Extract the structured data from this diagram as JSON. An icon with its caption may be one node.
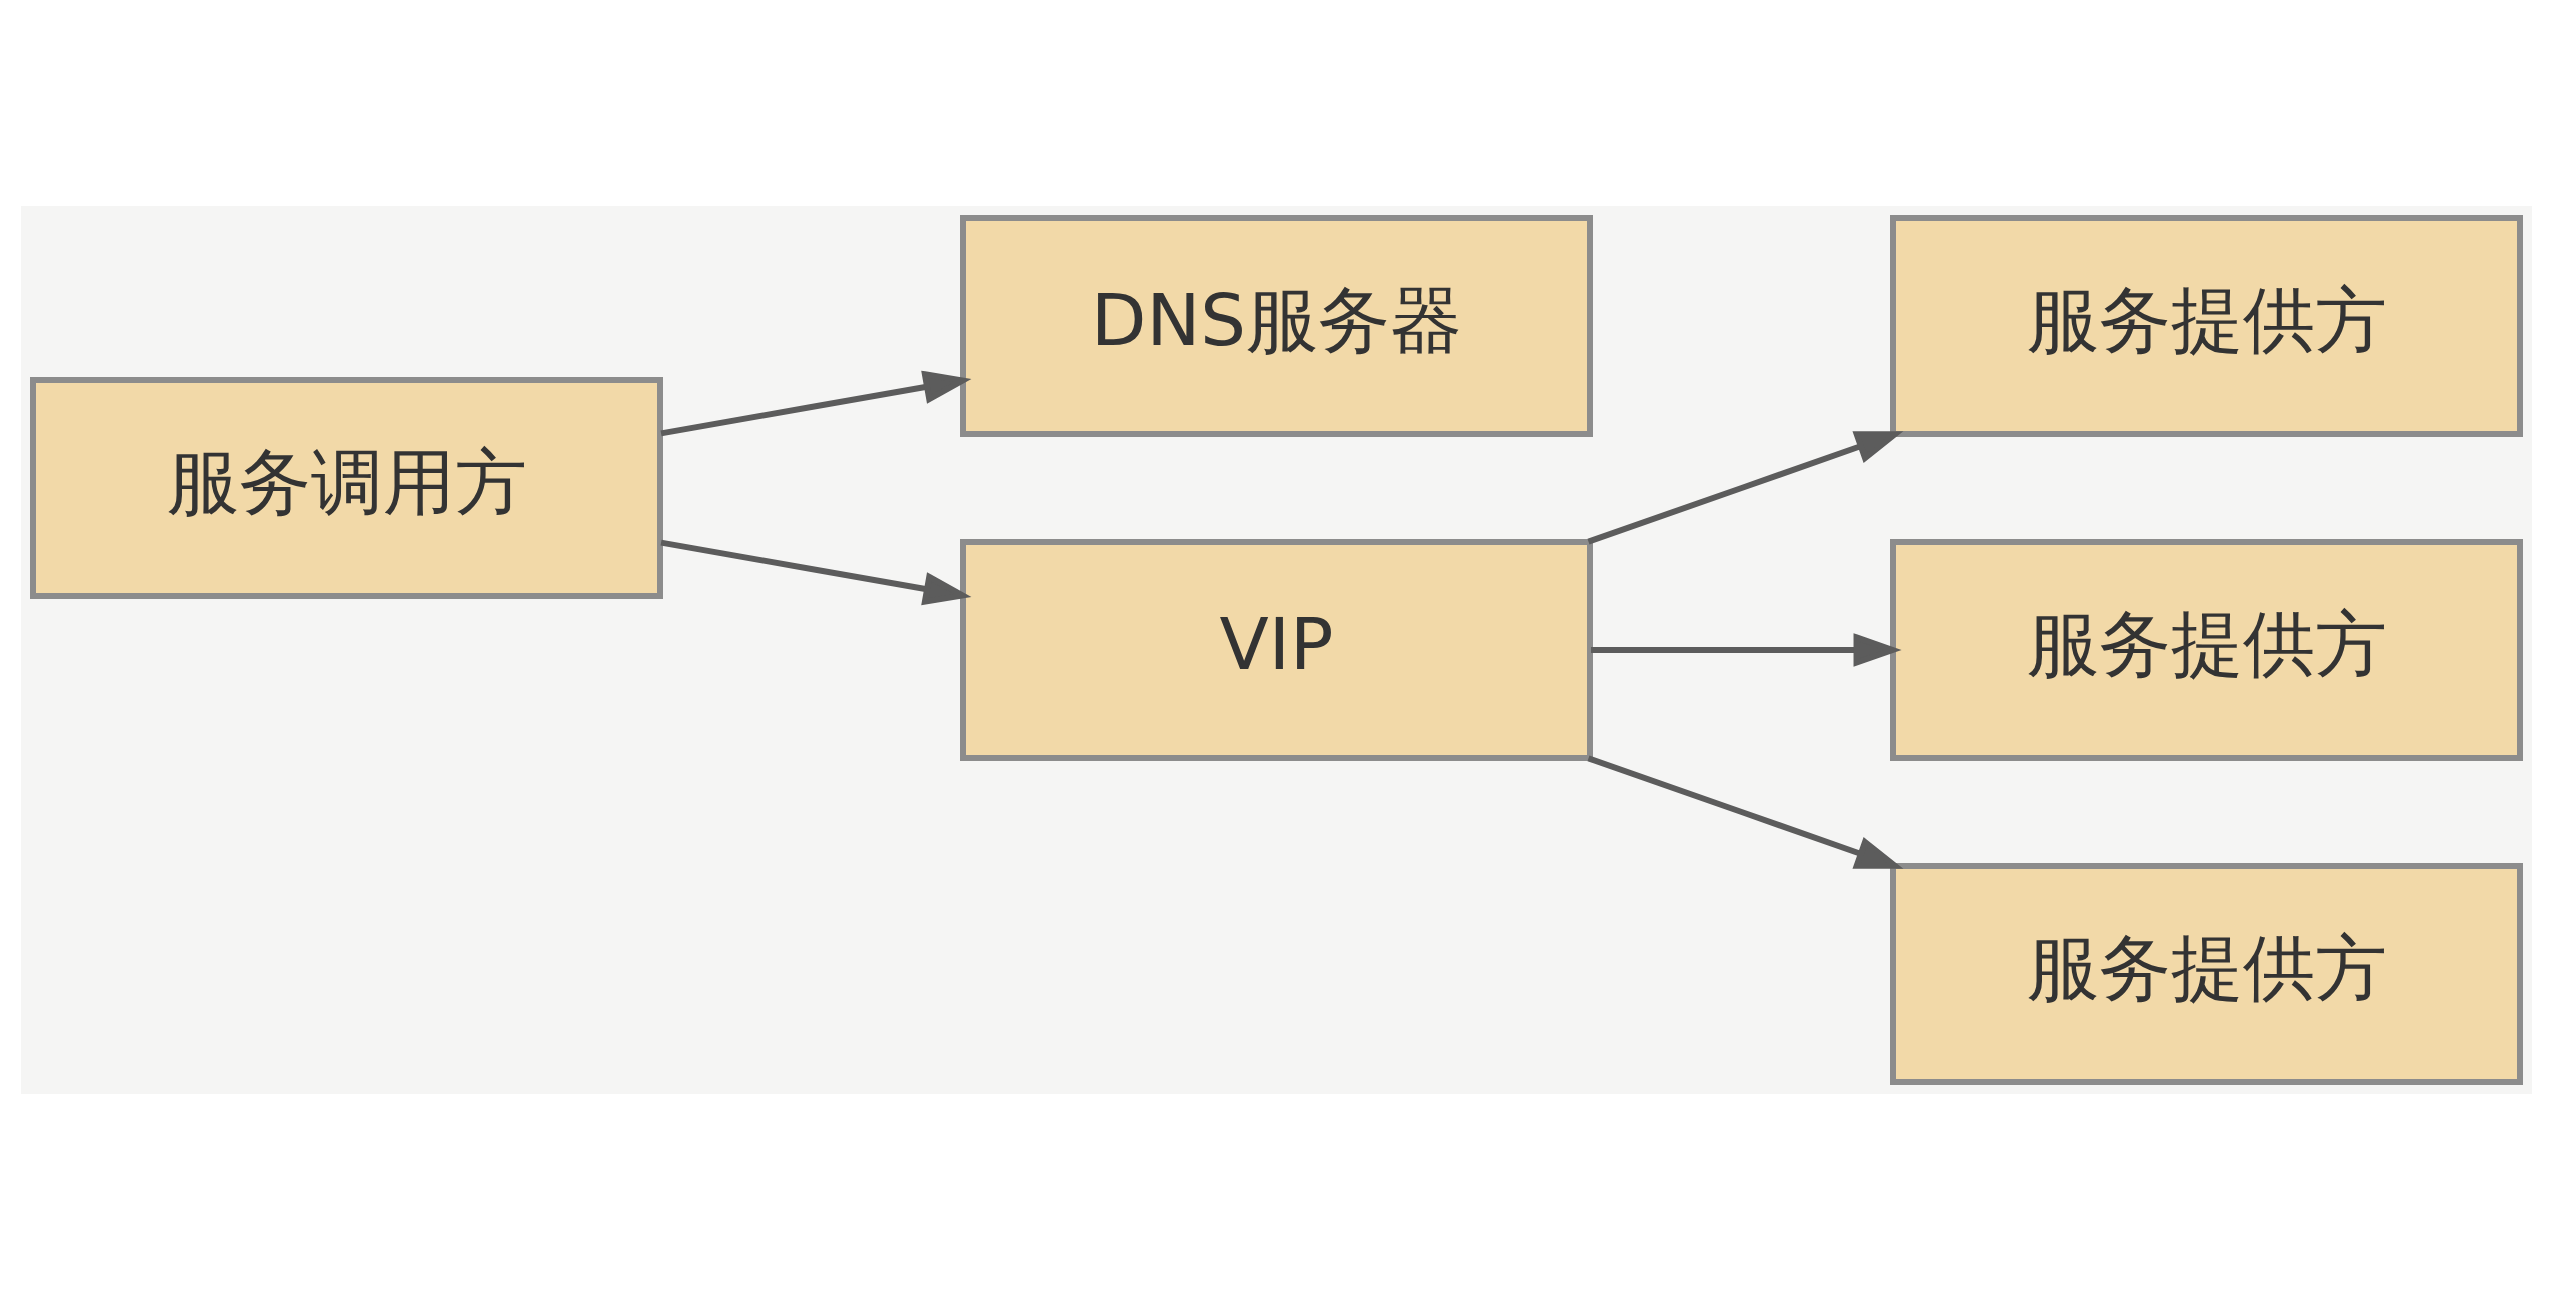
{
  "diagram": {
    "nodes": [
      {
        "text": [
          "服务调用方"
        ]
      },
      {
        "text": [
          "DNS服务器"
        ]
      },
      {
        "text": [
          "VIP"
        ]
      },
      {
        "text": [
          "服务提供方"
        ]
      },
      {
        "text": [
          "服务提供方"
        ]
      },
      {
        "text": [
          "服务提供方"
        ]
      }
    ],
    "edges": [
      {
        "from": 0,
        "to": 1,
        "arrow": "to"
      },
      {
        "from": 0,
        "to": 2,
        "arrow": "to"
      },
      {
        "from": 2,
        "to": 3,
        "arrow": "to"
      },
      {
        "from": 2,
        "to": 4,
        "arrow": "to"
      },
      {
        "from": 2,
        "to": 5,
        "arrow": "to"
      }
    ]
  }
}
